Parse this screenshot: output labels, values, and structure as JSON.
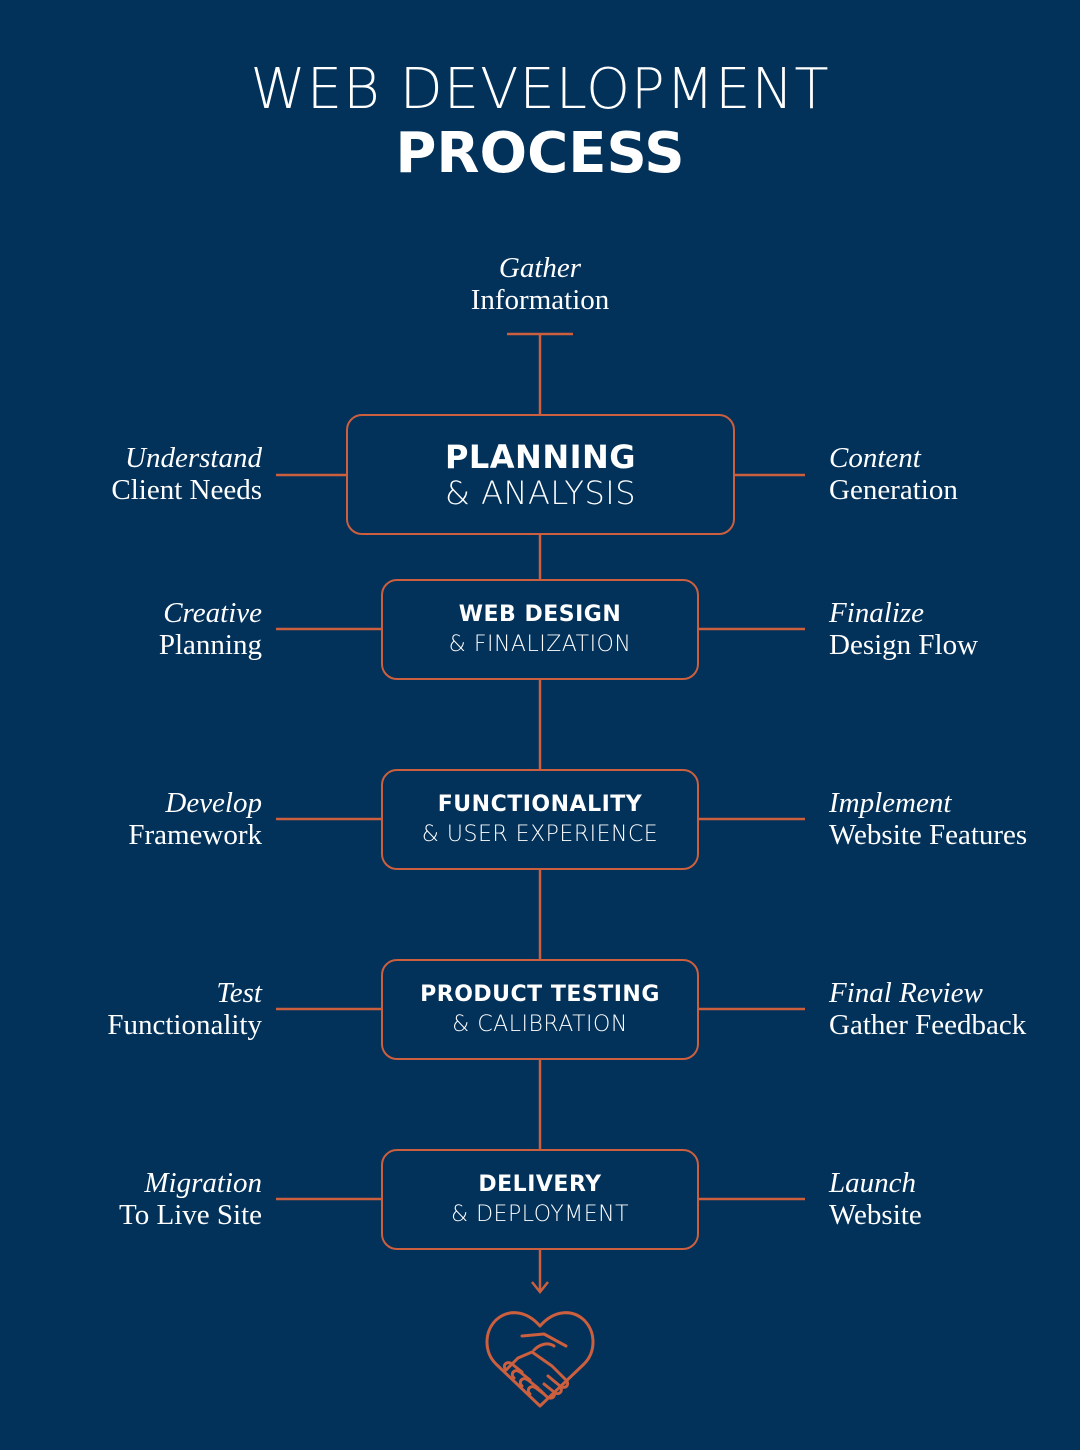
{
  "title": {
    "line1": "WEB DEVELOPMENT",
    "line2": "PROCESS"
  },
  "top_note": {
    "italic": "Gather",
    "regular": "Information"
  },
  "stages": [
    {
      "main": "PLANNING",
      "sub": "& ANALYSIS",
      "left": {
        "italic": "Understand",
        "regular": "Client Needs"
      },
      "right": {
        "italic": "Content",
        "regular": "Generation"
      }
    },
    {
      "main": "WEB DESIGN",
      "sub": "& FINALIZATION",
      "left": {
        "italic": "Creative",
        "regular": "Planning"
      },
      "right": {
        "italic": "Finalize",
        "regular": "Design Flow"
      }
    },
    {
      "main": "FUNCTIONALITY",
      "sub": "& USER EXPERIENCE",
      "left": {
        "italic": "Develop",
        "regular": "Framework"
      },
      "right": {
        "italic": "Implement",
        "regular": "Website Features"
      }
    },
    {
      "main": "PRODUCT TESTING",
      "sub": "& CALIBRATION",
      "left": {
        "italic": "Test",
        "regular": "Functionality"
      },
      "right": {
        "italic": "Final Review",
        "regular": "Gather Feedback"
      }
    },
    {
      "main": "DELIVERY",
      "sub": "& DEPLOYMENT",
      "left": {
        "italic": "Migration",
        "regular": "To Live Site"
      },
      "right": {
        "italic": "Launch",
        "regular": "Website"
      }
    }
  ],
  "end_icon": "heart-handshake-icon",
  "colors": {
    "background": "#02315A",
    "accent": "#CB5F3E",
    "text": "#FFFFFF"
  }
}
